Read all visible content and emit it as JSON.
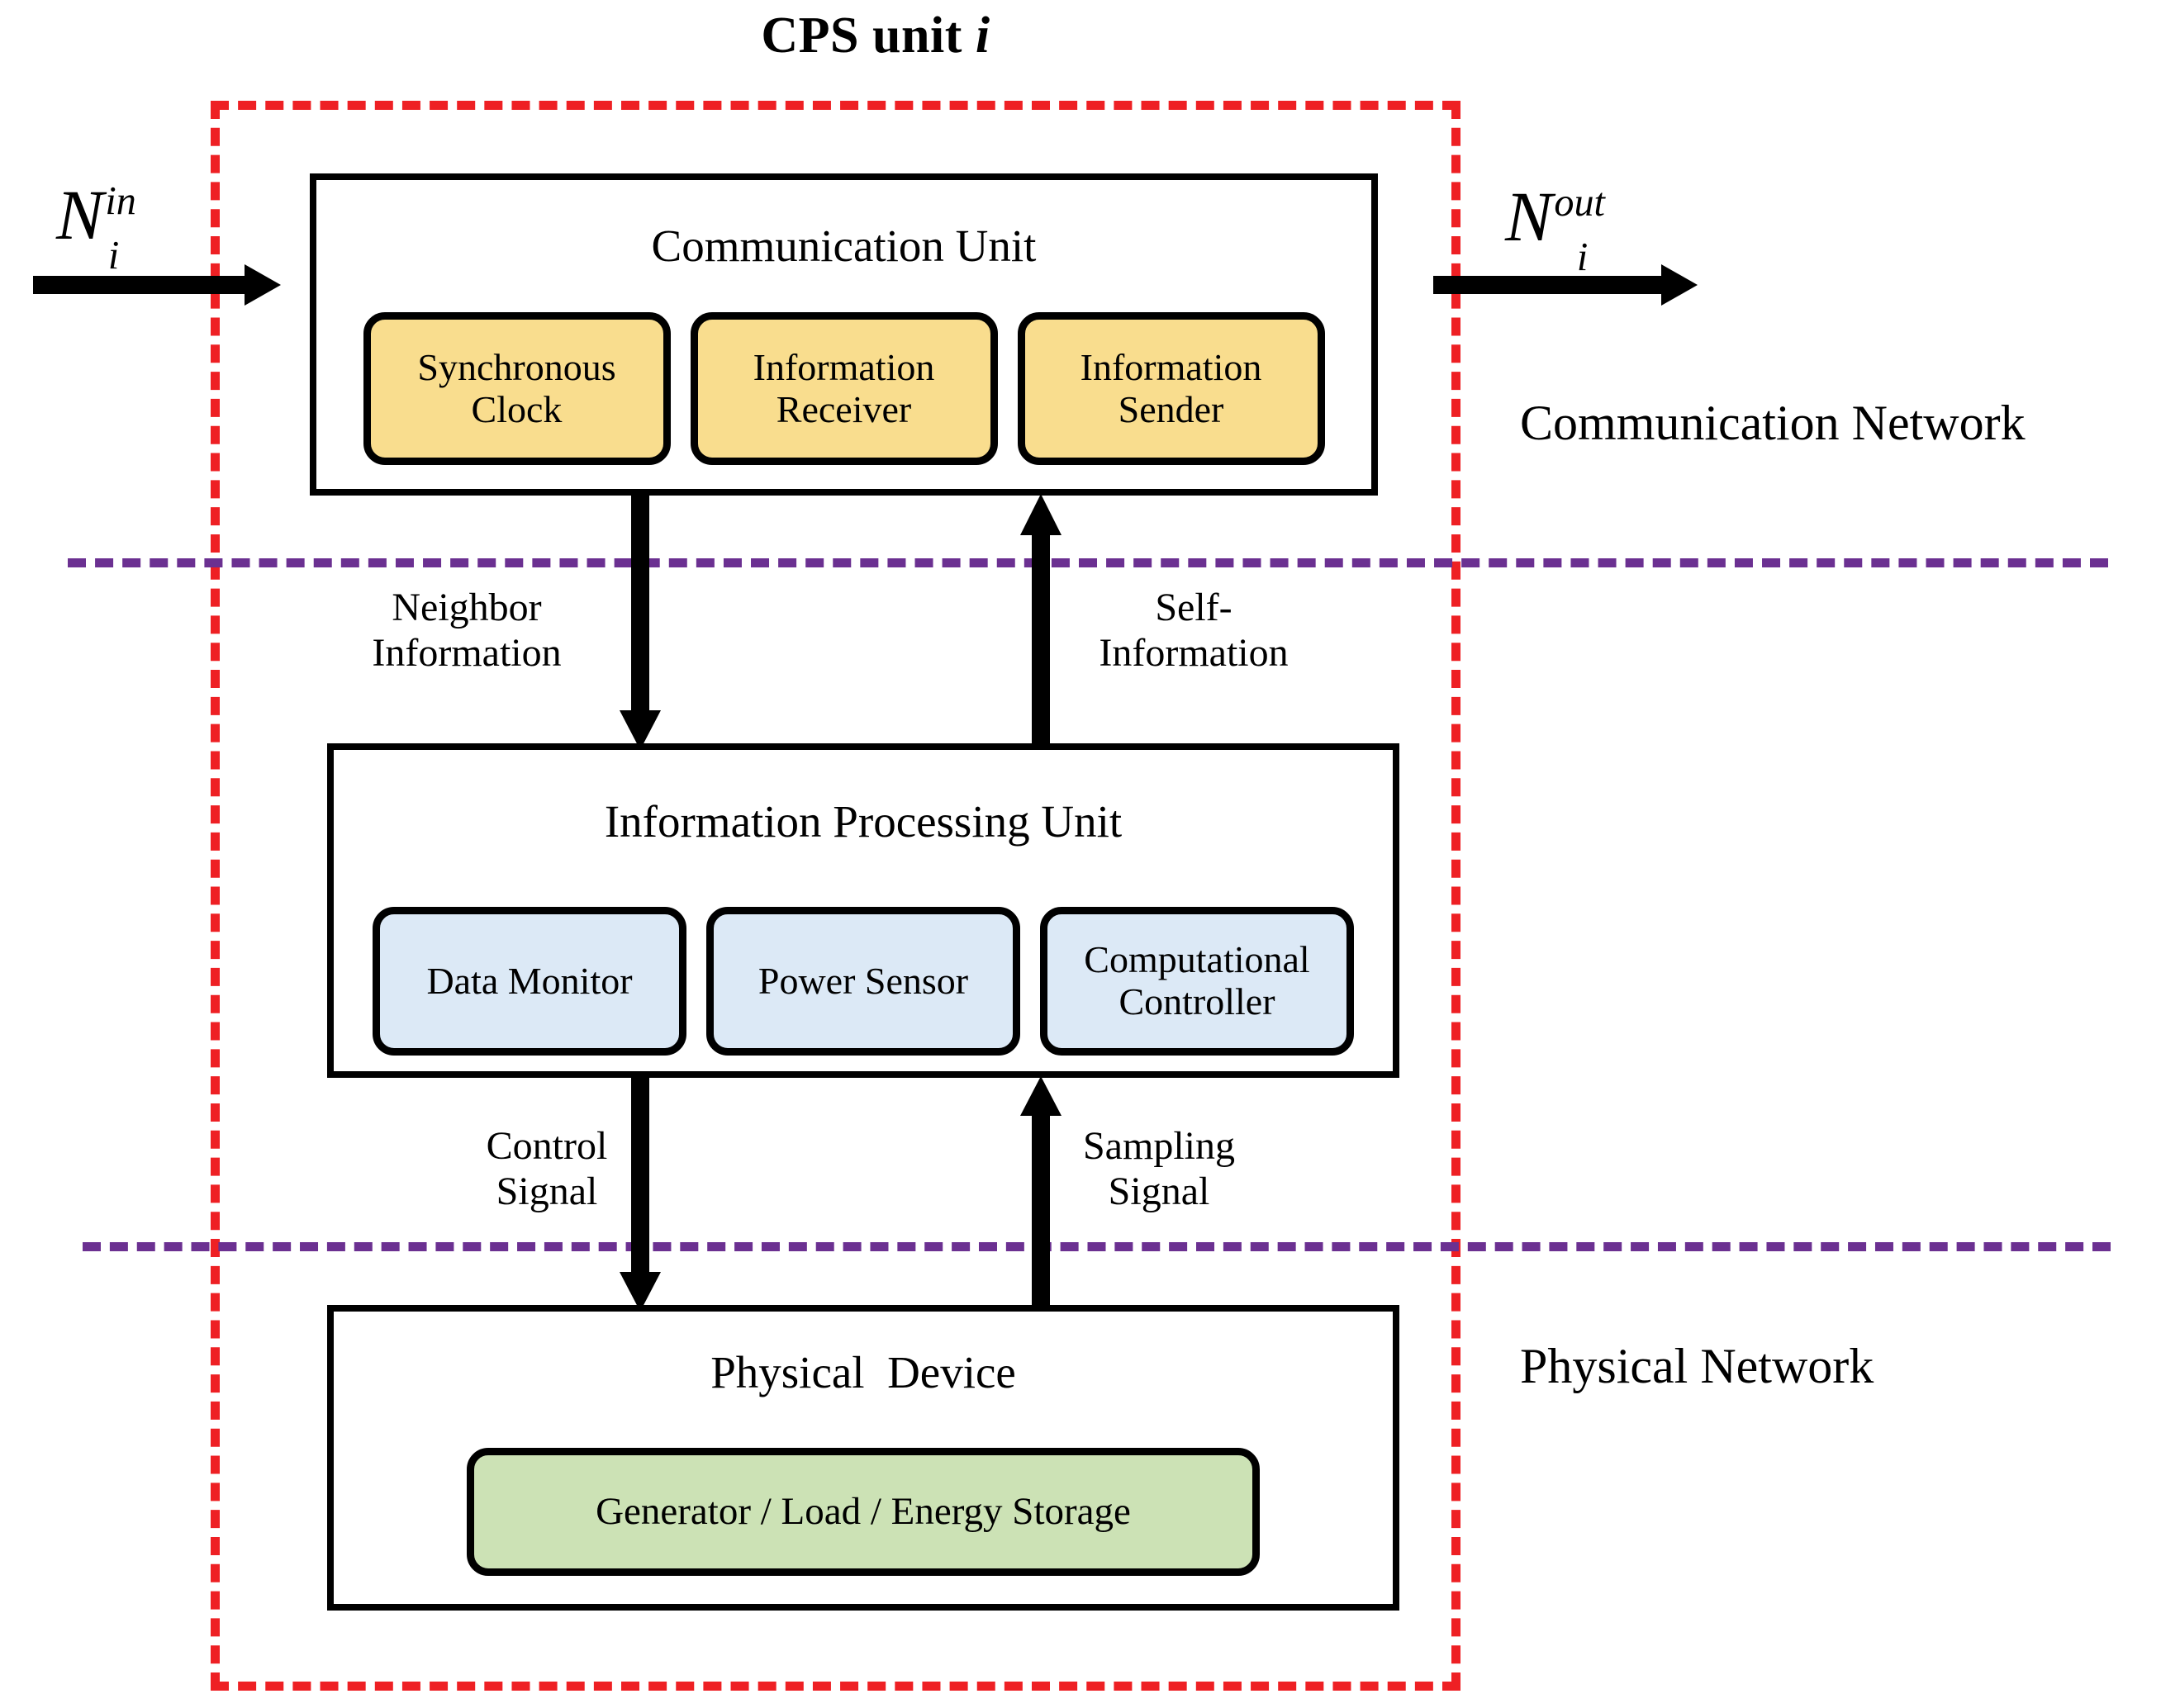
{
  "title": {
    "prefix": "CPS unit ",
    "italic_suffix": "i",
    "full": "CPS unit i"
  },
  "boundary": {
    "name": "CPS unit boundary",
    "color": "#ee2024",
    "style": "dashed"
  },
  "separators": {
    "color": "#6b3091",
    "style": "dashed",
    "upper_name": "communication-physical separator",
    "lower_name": "cyber-physical separator"
  },
  "ports": {
    "input": {
      "base": "N",
      "sup": "in",
      "sub": "i"
    },
    "output": {
      "base": "N",
      "sup": "out",
      "sub": "i"
    }
  },
  "layers": [
    {
      "label": "Communication Network"
    },
    {
      "label": "Physical Network"
    }
  ],
  "network_labels": {
    "communication": "Communication Network",
    "physical": "Physical Network"
  },
  "units": {
    "communication": {
      "title": "Communication Unit",
      "chip_color": "#f9dd8e",
      "chips": [
        {
          "label": "Synchronous\nClock"
        },
        {
          "label": "Information\nReceiver"
        },
        {
          "label": "Information\nSender"
        }
      ]
    },
    "information_processing": {
      "title": "Information Processing Unit",
      "chip_color": "#dce9f6",
      "chips": [
        {
          "label": "Data Monitor"
        },
        {
          "label": "Power Sensor"
        },
        {
          "label": "Computational\nController"
        }
      ]
    },
    "physical": {
      "title": "Physical  Device",
      "chip_color": "#cce2b5",
      "chips": [
        {
          "label": "Generator / Load / Energy Storage"
        }
      ]
    }
  },
  "flows": [
    {
      "name": "neighbor-information",
      "label": "Neighbor\nInformation",
      "direction": "down"
    },
    {
      "name": "self-information",
      "label": "Self-\nInformation",
      "direction": "up"
    },
    {
      "name": "control-signal",
      "label": "Control\nSignal",
      "direction": "down"
    },
    {
      "name": "sampling-signal",
      "label": "Sampling\nSignal",
      "direction": "up"
    }
  ],
  "flow_labels": {
    "neighbor_information": "Neighbor\nInformation",
    "self_information": "Self-\nInformation",
    "control_signal": "Control\nSignal",
    "sampling_signal": "Sampling\nSignal"
  }
}
